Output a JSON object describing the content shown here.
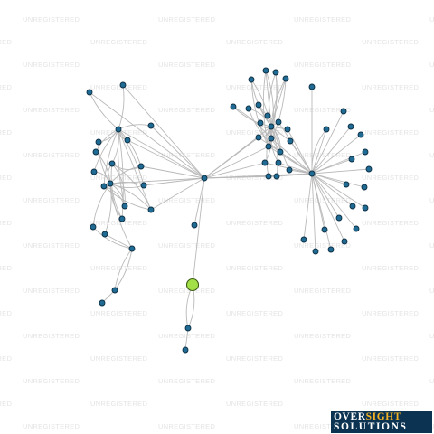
{
  "watermark": {
    "text": "UNREGISTERED"
  },
  "logo": {
    "word1": "OVER",
    "word2": "SIGHT",
    "word3": "SOLUTIONS"
  },
  "colors": {
    "node": "#1f6b94",
    "focus_node": "#a3e048",
    "edge": "#b9b9b9",
    "logo_bg": "#0c3352",
    "logo_accent": "#f4b323"
  },
  "graph": {
    "nodes": [
      {
        "id": "hub-center"
      },
      {
        "id": "focus"
      },
      {
        "id": "hub-left-upper"
      },
      {
        "id": "hub-left-lower"
      },
      {
        "id": "hub-right"
      },
      {
        "id": "hub-right-upper"
      }
    ]
  }
}
